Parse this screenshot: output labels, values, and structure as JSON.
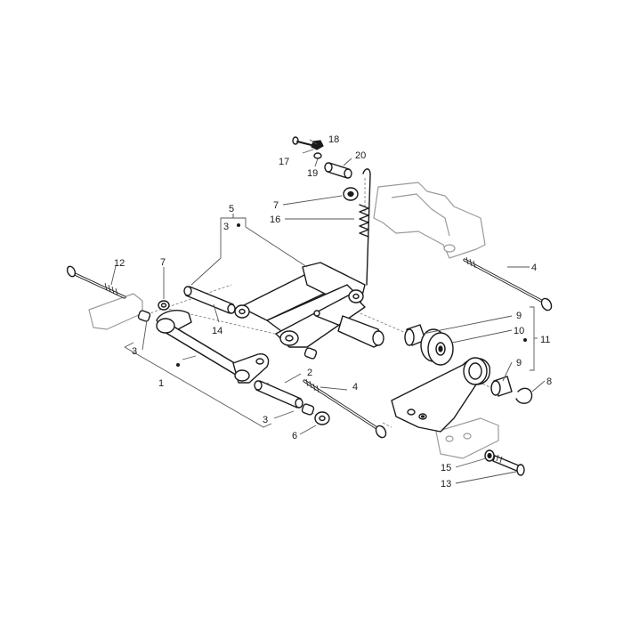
{
  "callouts": [
    {
      "id": "c1",
      "text": "1"
    },
    {
      "id": "c2",
      "text": "2"
    },
    {
      "id": "c3a",
      "text": "3"
    },
    {
      "id": "c3b",
      "text": "3"
    },
    {
      "id": "c3c",
      "text": "3"
    },
    {
      "id": "c4a",
      "text": "4"
    },
    {
      "id": "c4b",
      "text": "4"
    },
    {
      "id": "c5",
      "text": "5"
    },
    {
      "id": "c6",
      "text": "6"
    },
    {
      "id": "c7a",
      "text": "7"
    },
    {
      "id": "c7b",
      "text": "7"
    },
    {
      "id": "c8",
      "text": "8"
    },
    {
      "id": "c9a",
      "text": "9"
    },
    {
      "id": "c9b",
      "text": "9"
    },
    {
      "id": "c10",
      "text": "10"
    },
    {
      "id": "c11",
      "text": "11"
    },
    {
      "id": "c12",
      "text": "12"
    },
    {
      "id": "c13",
      "text": "13"
    },
    {
      "id": "c14",
      "text": "14"
    },
    {
      "id": "c15",
      "text": "15"
    },
    {
      "id": "c16",
      "text": "16"
    },
    {
      "id": "c17",
      "text": "17"
    },
    {
      "id": "c18",
      "text": "18"
    },
    {
      "id": "c19",
      "text": "19"
    },
    {
      "id": "c20",
      "text": "20"
    }
  ],
  "colors": {
    "line": "#1a1a1a",
    "leader": "#555555",
    "ghost_parts": "#9a9a9a"
  }
}
